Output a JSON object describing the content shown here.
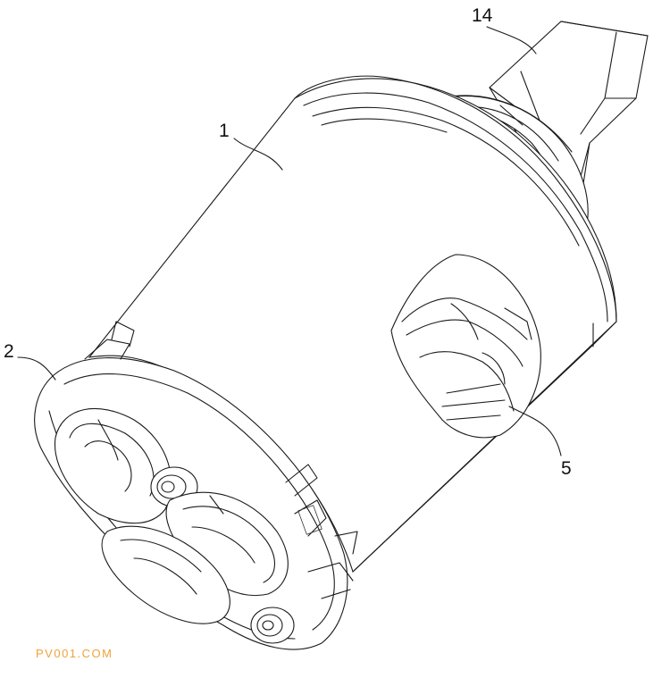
{
  "labels": {
    "l1": "1",
    "l2": "2",
    "l5": "5",
    "l14": "14"
  },
  "watermark": "PV001.COM",
  "colors": {
    "line": "#1a1a1a",
    "watermark": "#f0a23a",
    "background": "#ffffff"
  }
}
